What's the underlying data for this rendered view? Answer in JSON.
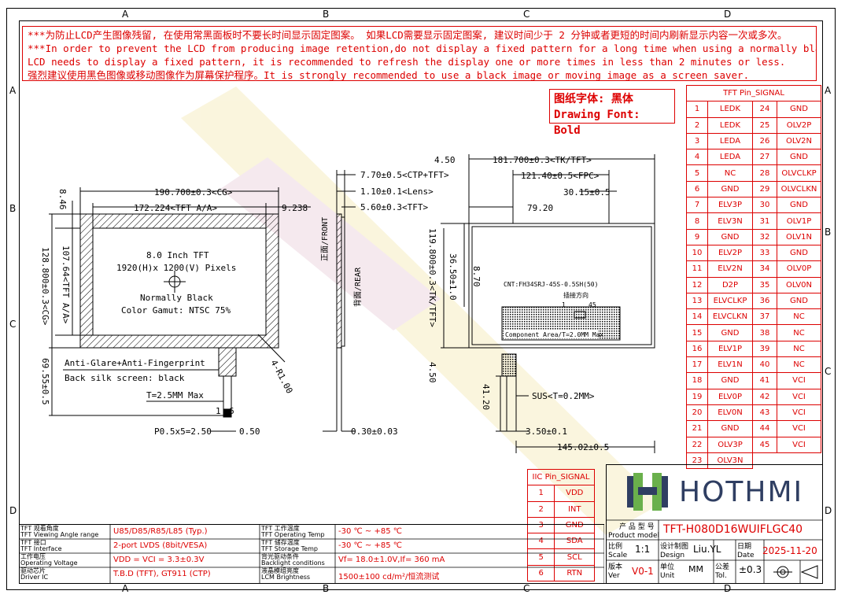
{
  "columns": [
    "A",
    "B",
    "C",
    "D"
  ],
  "rows": [
    "A",
    "B",
    "C",
    "D"
  ],
  "warning": {
    "line1": "***为防止LCD产生图像残留, 在使用常黑面板时不要长时间显示固定图案。 如果LCD需要显示固定图案, 建议时间少于 2 分钟或者更短的时间内刷新显示内容一次或多次。",
    "line2": "***In order to prevent the LCD from producing image retention,do not display a fixed pattern for a long time when using a normally black panel.If the",
    "line3": " LCD needs to display a fixed pattern, it is recommended to refresh the display one or more times in less than 2 minutes or less.",
    "line4": "强烈建议使用黑色图像或移动图像作为屏幕保护程序。It is strongly recommended to use a black image or moving image as a screen saver."
  },
  "drawing_font": {
    "line1": "图纸字体: 黑体",
    "line2": "Drawing Font: Bold"
  },
  "front_view": {
    "dim_cg_w": "190.700±0.3<CG>",
    "dim_aa_w": "172.224<TFT A/A>",
    "dim_right": "9.238",
    "dim_top": "8.46",
    "dim_aa_h": "107.64<TFT A/A>",
    "dim_cg_h": "128.800±0.3<CG>",
    "dim_bottom": "69.55±0.5",
    "label_size": "8.0 Inch TFT",
    "label_res": "1920(H)x 1200(V) Pixels",
    "label_mode": "Normally Black",
    "label_gamut": "Color Gamut: NTSC 75%",
    "note_ag": "Anti-Glare+Anti-Fingerprint",
    "note_silk": "Back silk screen: black",
    "note_t": "T=2.5MM Max",
    "radius": "4-R1.00",
    "pitch": "P0.5x5=2.50",
    "pitch2": "0.50",
    "fpc_a": "1",
    "fpc_b": "6"
  },
  "side_view": {
    "d1": "7.70±0.5<CTP+TFT>",
    "d2": "1.10±0.1<Lens>",
    "d3": "5.60±0.3<TFT>",
    "d4": "0.30±0.03",
    "front": "正面/FRONT",
    "rear": "背面/REAR"
  },
  "rear_view": {
    "d_left": "4.50",
    "d_tk": "181.700±0.3<TK/TFT>",
    "d_fpc": "121.40±0.5<FPC>",
    "d_3015": "30.15±0.5",
    "d_7920": "79.20",
    "d_tk_h": "119.800±0.3<TK/TFT>",
    "d_3650": "36.50±1.0",
    "d_870": "8.70",
    "d_450b": "4.50",
    "d_4120": "41.20",
    "d_350": "3.50±0.1",
    "d_14502": "145.02±0.5",
    "cnt": "CNT:FH34SRJ-45S-0.5SH(50)",
    "insert_dir": "插接方向",
    "pin1": "1",
    "pin45": "45",
    "component": "Component Area/T=2.0MM Max",
    "sus": "SUS<T=0.2MM>"
  },
  "tft_pins": {
    "title": "TFT Pin_SIGNAL",
    "rows": [
      [
        "1",
        "LEDK",
        "24",
        "GND"
      ],
      [
        "2",
        "LEDK",
        "25",
        "OLV2P"
      ],
      [
        "3",
        "LEDA",
        "26",
        "OLV2N"
      ],
      [
        "4",
        "LEDA",
        "27",
        "GND"
      ],
      [
        "5",
        "NC",
        "28",
        "OLVCLKP"
      ],
      [
        "6",
        "GND",
        "29",
        "OLVCLKN"
      ],
      [
        "7",
        "ELV3P",
        "30",
        "GND"
      ],
      [
        "8",
        "ELV3N",
        "31",
        "OLV1P"
      ],
      [
        "9",
        "GND",
        "32",
        "OLV1N"
      ],
      [
        "10",
        "ELV2P",
        "33",
        "GND"
      ],
      [
        "11",
        "ELV2N",
        "34",
        "OLV0P"
      ],
      [
        "12",
        "D2P",
        "35",
        "OLV0N"
      ],
      [
        "13",
        "ELVCLKP",
        "36",
        "GND"
      ],
      [
        "14",
        "ELVCLKN",
        "37",
        "NC"
      ],
      [
        "15",
        "GND",
        "38",
        "NC"
      ],
      [
        "16",
        "ELV1P",
        "39",
        "NC"
      ],
      [
        "17",
        "ELV1N",
        "40",
        "NC"
      ],
      [
        "18",
        "GND",
        "41",
        "VCI"
      ],
      [
        "19",
        "ELV0P",
        "42",
        "VCI"
      ],
      [
        "20",
        "ELV0N",
        "43",
        "VCI"
      ],
      [
        "21",
        "GND",
        "44",
        "VCI"
      ],
      [
        "22",
        "OLV3P",
        "45",
        "VCI"
      ],
      [
        "23",
        "OLV3N",
        "",
        ""
      ]
    ]
  },
  "iic_pins": {
    "title": "IIC Pin_SIGNAL",
    "rows": [
      [
        "1",
        "VDD"
      ],
      [
        "2",
        "INT"
      ],
      [
        "3",
        "GND"
      ],
      [
        "4",
        "SDA"
      ],
      [
        "5",
        "SCL"
      ],
      [
        "6",
        "RTN"
      ]
    ]
  },
  "specs": [
    {
      "zh": "TFT 观看角度",
      "en": "TFT Viewing Angle range",
      "val": "U85/D85/R85/L85 (Typ.)"
    },
    {
      "zh": "TFT 接口",
      "en": "TFT Interface",
      "val": "2-port LVDS (8bit/VESA)"
    },
    {
      "zh": "工作电压",
      "en": "Operating Voltage",
      "val": "VDD = VCI = 3.3±0.3V"
    },
    {
      "zh": "驱动芯片",
      "en": "Driver IC",
      "val": "T.B.D (TFT), GT911 (CTP)"
    },
    {
      "zh": "TFT 工作温度",
      "en": "TFT Operating Temp",
      "val": "-30 ℃ ~ +85 ℃"
    },
    {
      "zh": "TFT 储存温度",
      "en": "TFT Storage Temp",
      "val": "-30 ℃ ~ +85 ℃"
    },
    {
      "zh": "背光驱动条件",
      "en": "Backlight conditions",
      "val": "Vf= 18.0±1.0V,If= 360 mA"
    },
    {
      "zh": "液晶模组亮度",
      "en": "LCM Brightness",
      "val": "1500±100 cd/m²/恒流测试"
    }
  ],
  "title_block": {
    "logo_text": "HOTHMI",
    "model_zh": "产 品 型 号",
    "model_en": "Product model",
    "model": "TFT-H080D16WUIFLGC40",
    "scale_zh": "比例",
    "scale_en": "Scale",
    "scale": "1:1",
    "design_zh": "设计制图",
    "design_en": "Design",
    "design": "Liu.YL",
    "date_zh": "日期",
    "date_en": "Date",
    "date": "2025-11-20",
    "ver_zh": "版本",
    "ver_en": "Ver",
    "ver": "V0-1",
    "unit_zh": "单位",
    "unit_en": "Unit",
    "unit": "MM",
    "tol_zh": "公差",
    "tol_en": "Tol.",
    "tol": "±0.3"
  },
  "colors": {
    "red": "#dd0000",
    "hatch": "#000000",
    "watermark": "#e8d060"
  }
}
